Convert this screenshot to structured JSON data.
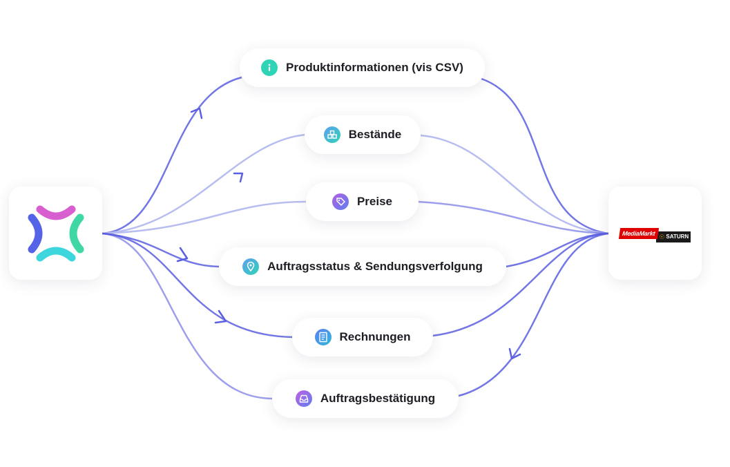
{
  "source": {
    "logo_icon": "x-shaped-logo-icon"
  },
  "target": {
    "logo_icon": "mediamarkt-saturn-logo",
    "logo_text_primary": "MediaMarkt",
    "logo_text_secondary": "SATURN"
  },
  "flows": [
    {
      "label": "Produktinformationen (vis CSV)",
      "icon": "info-icon",
      "direction": "to-target"
    },
    {
      "label": "Bestände",
      "icon": "inventory-boxes-icon",
      "direction": "to-target"
    },
    {
      "label": "Preise",
      "icon": "price-tag-icon",
      "direction": "to-target"
    },
    {
      "label": "Auftragsstatus & Sendungsverfolgung",
      "icon": "location-pin-icon",
      "direction": "to-target"
    },
    {
      "label": "Rechnungen",
      "icon": "invoice-document-icon",
      "direction": "to-target"
    },
    {
      "label": "Auftragsbestätigung",
      "icon": "inbox-tray-icon",
      "direction": "to-source"
    }
  ],
  "colors": {
    "line_primary": "#5b5fe0",
    "line_secondary": "#b8bdf0",
    "logo_blue": "#5563e8",
    "logo_pink": "#d85fd0",
    "logo_green": "#3fd7a4",
    "logo_cyan": "#3dd6dc",
    "brand_red": "#df0000"
  }
}
